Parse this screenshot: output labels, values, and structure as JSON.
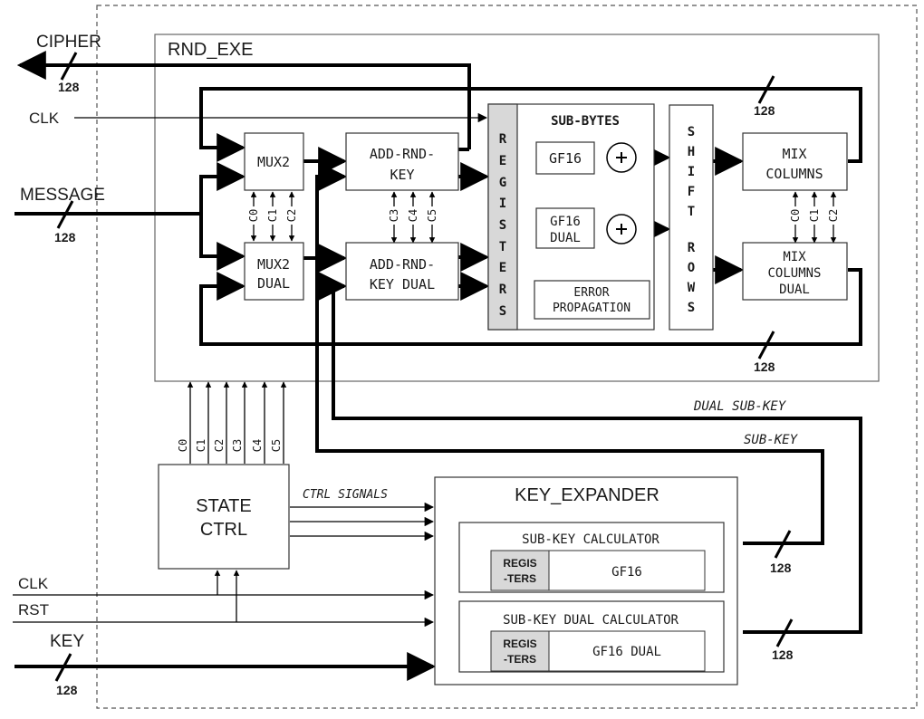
{
  "ports": {
    "cipher": "CIPHER",
    "clk_top": "CLK",
    "message": "MESSAGE",
    "clk_bottom": "CLK",
    "rst": "RST",
    "key": "KEY"
  },
  "bus_width": "128",
  "rnd_exe": {
    "title": "RND_EXE",
    "mux2": "MUX2",
    "mux2_dual": [
      "MUX2",
      "DUAL"
    ],
    "add_rnd_key": [
      "ADD-RND-",
      "KEY"
    ],
    "add_rnd_key_dual": [
      "ADD-RND-",
      "KEY DUAL"
    ],
    "registers": [
      "R",
      "E",
      "G",
      "I",
      "S",
      "T",
      "E",
      "R",
      "S"
    ],
    "sub_bytes": "SUB-BYTES",
    "gf16": "GF16",
    "gf16_dual": [
      "GF16",
      "DUAL"
    ],
    "error_propagation": [
      "ERROR",
      "PROPAGATION"
    ],
    "shift_rows": [
      "S",
      "H",
      "I",
      "F",
      "T",
      "",
      "R",
      "O",
      "W",
      "S"
    ],
    "mix_columns": [
      "MIX",
      "COLUMNS"
    ],
    "mix_columns_dual": [
      "MIX",
      "COLUMNS",
      "DUAL"
    ],
    "ctrl_mux": [
      "C0",
      "C1",
      "C2"
    ],
    "ctrl_add": [
      "C3",
      "C4",
      "C5"
    ],
    "ctrl_mix": [
      "C0",
      "C1",
      "C2"
    ]
  },
  "state_ctrl": {
    "title": [
      "STATE",
      "CTRL"
    ],
    "outputs": [
      "C0",
      "C1",
      "C2",
      "C3",
      "C4",
      "C5"
    ],
    "ctrl_signals": "CTRL SIGNALS"
  },
  "key_expander": {
    "title": "KEY_EXPANDER",
    "sub_key_calc": "SUB-KEY CALCULATOR",
    "sub_key_dual_calc": "SUB-KEY DUAL CALCULATOR",
    "registers": [
      "REGIS",
      "-TERS"
    ],
    "gf16": "GF16",
    "gf16_dual": "GF16 DUAL"
  },
  "signals": {
    "dual_sub_key": "DUAL SUB-KEY",
    "sub_key": "SUB-KEY"
  },
  "colors": {
    "line": "#000000",
    "box_border": "#333333",
    "register_fill": "#d8d8d8",
    "outline": "#555555"
  }
}
